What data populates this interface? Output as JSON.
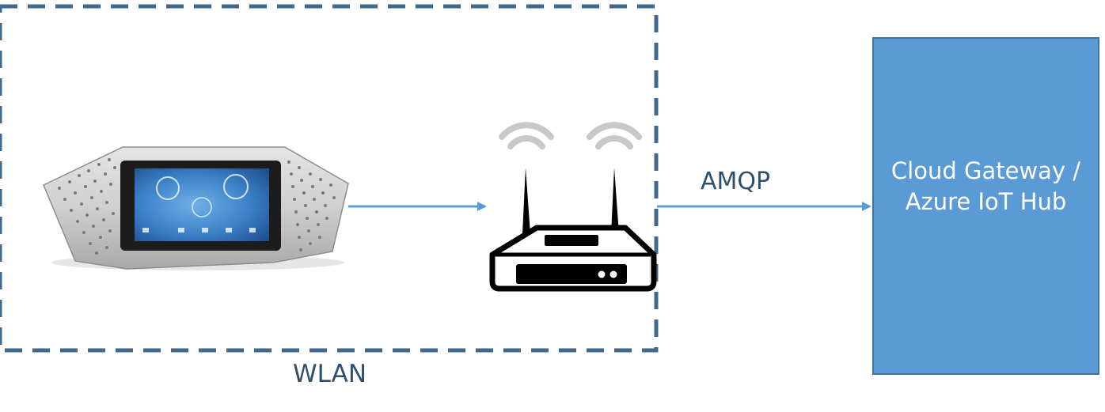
{
  "wlan": {
    "label": "WLAN"
  },
  "link": {
    "protocol": "AMQP"
  },
  "cloud": {
    "line1": "Cloud Gateway /",
    "line2": "Azure IoT Hub"
  },
  "colors": {
    "dashed_border": "#41698e",
    "arrow": "#5b9bd5",
    "cloud_fill": "#5b9bd5",
    "router_icon": "#000000",
    "wifi_waves": "#c8c8c8",
    "label_text": "#2f4f6f"
  },
  "icons": {
    "device": "smart-touch-panel-device",
    "router": "wifi-router-icon"
  }
}
